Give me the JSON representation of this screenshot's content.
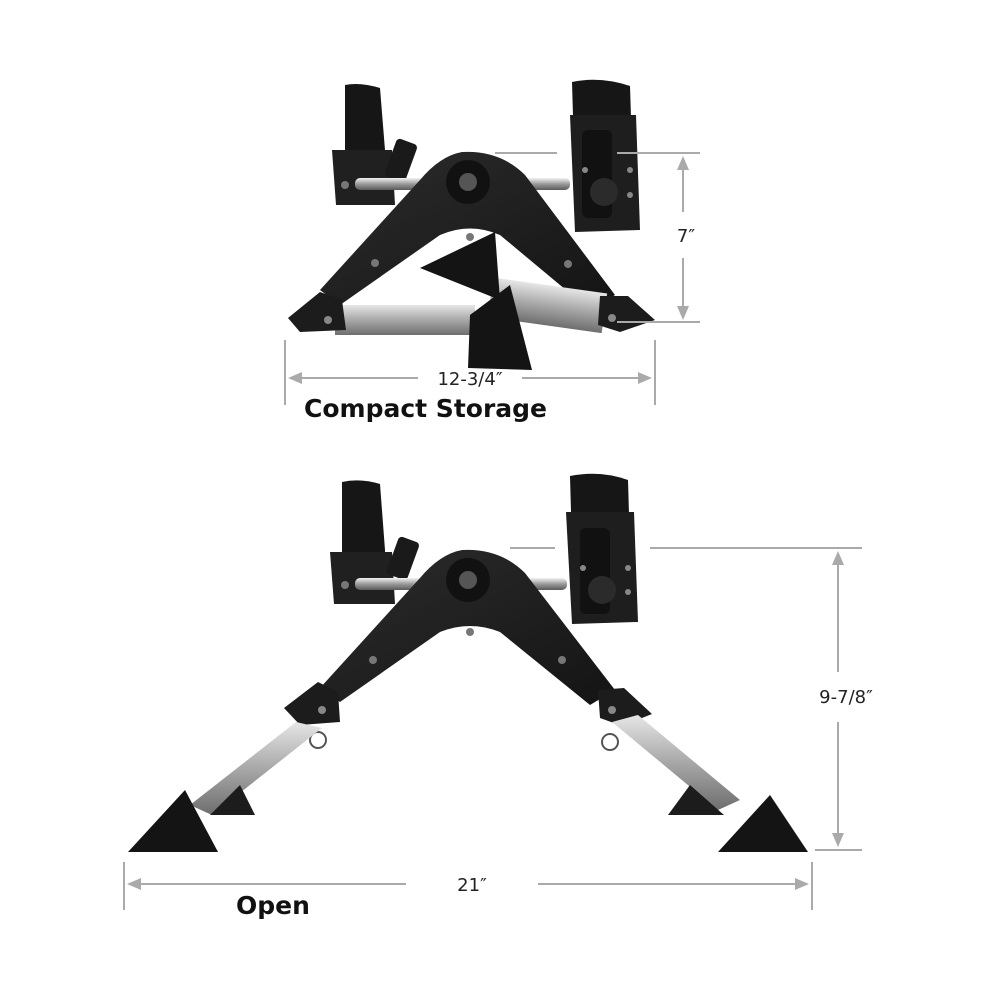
{
  "colors": {
    "body": "#1f1f1f",
    "body_edge": "#0d0d0d",
    "steel": "#b9b9b9",
    "chrome": "#d4d4d4",
    "dimension_line": "#aaaaaa",
    "text": "#111111"
  },
  "compact": {
    "caption": "Compact Storage",
    "height_label": "7″",
    "width_label": "12-3/4″"
  },
  "open": {
    "caption": "Open",
    "height_label": "9-7/8″",
    "width_label": "21″"
  }
}
